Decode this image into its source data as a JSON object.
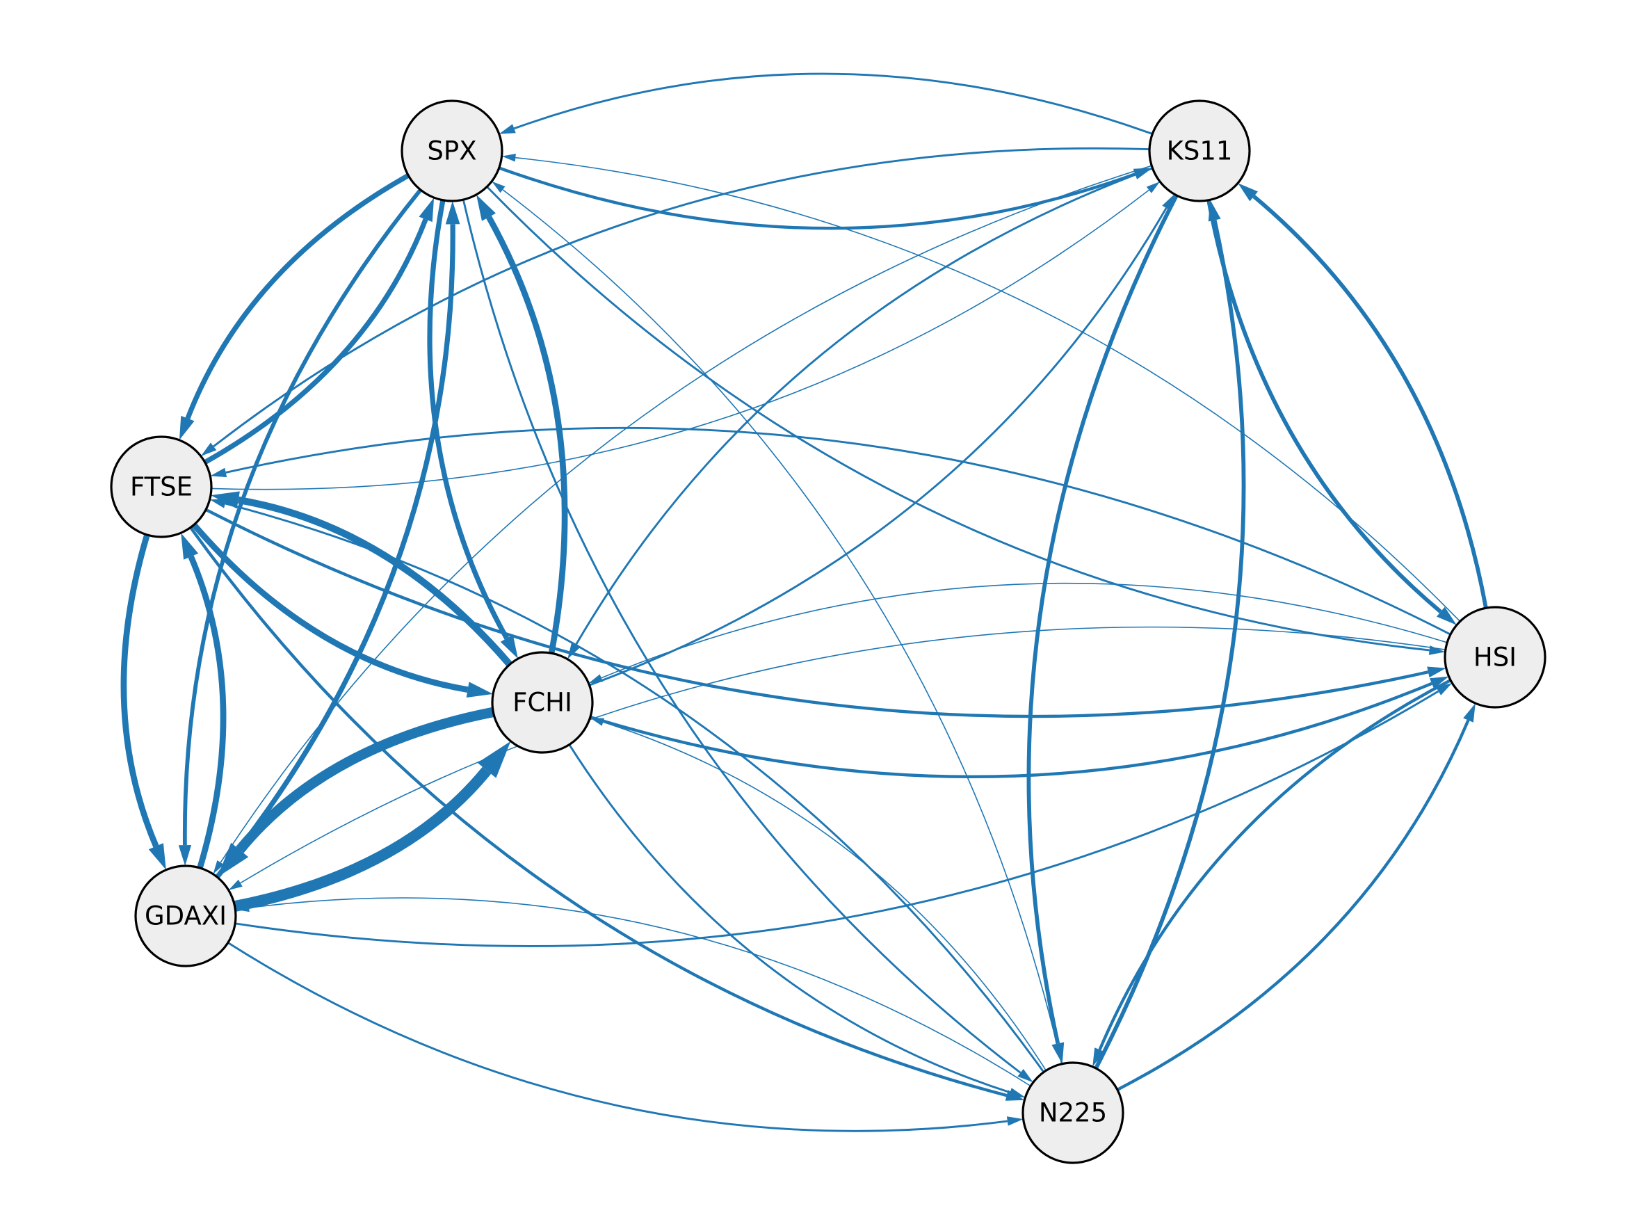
{
  "graph": {
    "type": "directed-network",
    "edge_color": "#1f77b4",
    "node_fill": "#eeeeee",
    "node_stroke": "#000000",
    "nodes": [
      {
        "id": "SPX",
        "label": "SPX"
      },
      {
        "id": "KS11",
        "label": "KS11"
      },
      {
        "id": "FTSE",
        "label": "FTSE"
      },
      {
        "id": "HSI",
        "label": "HSI"
      },
      {
        "id": "FCHI",
        "label": "FCHI"
      },
      {
        "id": "GDAXI",
        "label": "GDAXI"
      },
      {
        "id": "N225",
        "label": "N225"
      }
    ],
    "edges": [
      {
        "from": "KS11",
        "to": "SPX",
        "weight": 2
      },
      {
        "from": "SPX",
        "to": "KS11",
        "weight": 3
      },
      {
        "from": "SPX",
        "to": "FTSE",
        "weight": 5
      },
      {
        "from": "FTSE",
        "to": "SPX",
        "weight": 5
      },
      {
        "from": "SPX",
        "to": "FCHI",
        "weight": 5
      },
      {
        "from": "FCHI",
        "to": "SPX",
        "weight": 6
      },
      {
        "from": "SPX",
        "to": "GDAXI",
        "weight": 4
      },
      {
        "from": "GDAXI",
        "to": "SPX",
        "weight": 5
      },
      {
        "from": "SPX",
        "to": "HSI",
        "weight": 2
      },
      {
        "from": "HSI",
        "to": "SPX",
        "weight": 1
      },
      {
        "from": "SPX",
        "to": "N225",
        "weight": 2
      },
      {
        "from": "N225",
        "to": "SPX",
        "weight": 1
      },
      {
        "from": "KS11",
        "to": "FTSE",
        "weight": 2
      },
      {
        "from": "FTSE",
        "to": "KS11",
        "weight": 1
      },
      {
        "from": "KS11",
        "to": "FCHI",
        "weight": 2
      },
      {
        "from": "FCHI",
        "to": "KS11",
        "weight": 2
      },
      {
        "from": "KS11",
        "to": "GDAXI",
        "weight": 1
      },
      {
        "from": "KS11",
        "to": "HSI",
        "weight": 4
      },
      {
        "from": "HSI",
        "to": "KS11",
        "weight": 4
      },
      {
        "from": "KS11",
        "to": "N225",
        "weight": 4
      },
      {
        "from": "N225",
        "to": "KS11",
        "weight": 4
      },
      {
        "from": "FTSE",
        "to": "FCHI",
        "weight": 6
      },
      {
        "from": "FCHI",
        "to": "FTSE",
        "weight": 7
      },
      {
        "from": "FTSE",
        "to": "GDAXI",
        "weight": 6
      },
      {
        "from": "GDAXI",
        "to": "FTSE",
        "weight": 6
      },
      {
        "from": "FTSE",
        "to": "HSI",
        "weight": 3
      },
      {
        "from": "HSI",
        "to": "FTSE",
        "weight": 2
      },
      {
        "from": "FTSE",
        "to": "N225",
        "weight": 3
      },
      {
        "from": "N225",
        "to": "FTSE",
        "weight": 2
      },
      {
        "from": "FCHI",
        "to": "GDAXI",
        "weight": 10
      },
      {
        "from": "GDAXI",
        "to": "FCHI",
        "weight": 11
      },
      {
        "from": "FCHI",
        "to": "HSI",
        "weight": 3
      },
      {
        "from": "HSI",
        "to": "FCHI",
        "weight": 1
      },
      {
        "from": "FCHI",
        "to": "N225",
        "weight": 2
      },
      {
        "from": "N225",
        "to": "FCHI",
        "weight": 1
      },
      {
        "from": "GDAXI",
        "to": "HSI",
        "weight": 2
      },
      {
        "from": "HSI",
        "to": "GDAXI",
        "weight": 1
      },
      {
        "from": "GDAXI",
        "to": "N225",
        "weight": 2
      },
      {
        "from": "N225",
        "to": "GDAXI",
        "weight": 1
      },
      {
        "from": "HSI",
        "to": "N225",
        "weight": 3
      },
      {
        "from": "N225",
        "to": "HSI",
        "weight": 3
      }
    ]
  }
}
